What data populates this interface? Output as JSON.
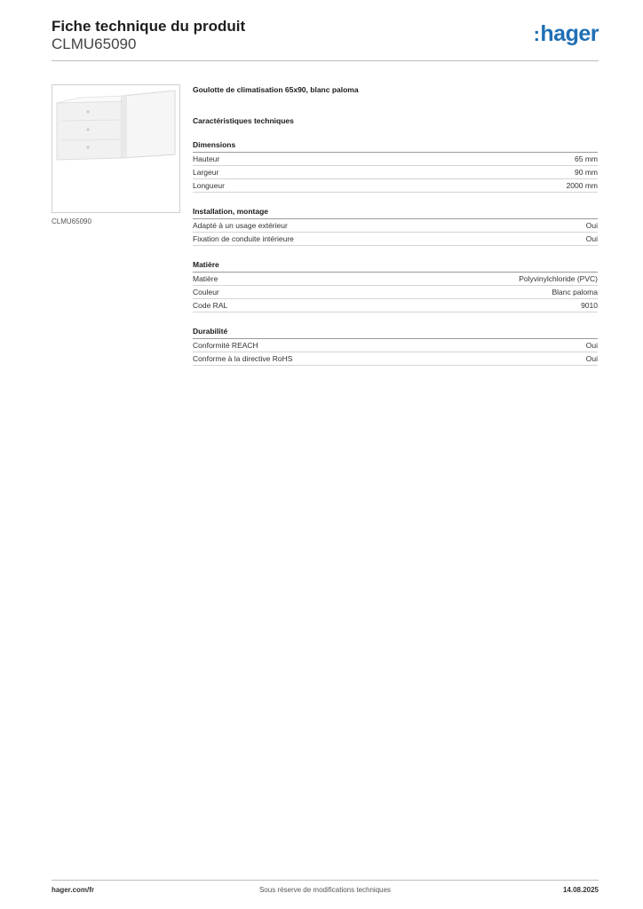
{
  "header": {
    "title": "Fiche technique du produit",
    "reference": "CLMU65090",
    "logo_text": "hager",
    "logo_color": "#1f6fb5"
  },
  "product": {
    "image_caption": "CLMU65090",
    "name": "Goulotte de climatisation 65x90, blanc paloma",
    "specs_title": "Caractéristiques techniques"
  },
  "groups": [
    {
      "title": "Dimensions",
      "rows": [
        {
          "label": "Hauteur",
          "value": "65 mm"
        },
        {
          "label": "Largeur",
          "value": "90 mm"
        },
        {
          "label": "Longueur",
          "value": "2000 mm"
        }
      ]
    },
    {
      "title": "Installation, montage",
      "rows": [
        {
          "label": "Adapté à un usage extérieur",
          "value": "Oui"
        },
        {
          "label": "Fixation de conduite intérieure",
          "value": "Oui"
        }
      ]
    },
    {
      "title": "Matière",
      "rows": [
        {
          "label": "Matière",
          "value": "Polyvinylchloride (PVC)"
        },
        {
          "label": "Couleur",
          "value": "Blanc paloma"
        },
        {
          "label": "Code RAL",
          "value": "9010"
        }
      ]
    },
    {
      "title": "Durabilité",
      "rows": [
        {
          "label": "Conformité REACH",
          "value": "Oui"
        },
        {
          "label": "Conforme à la directive RoHS",
          "value": "Oui"
        }
      ]
    }
  ],
  "footer": {
    "website": "hager.com/fr",
    "disclaimer": "Sous réserve de modifications techniques",
    "date": "14.08.2025"
  }
}
